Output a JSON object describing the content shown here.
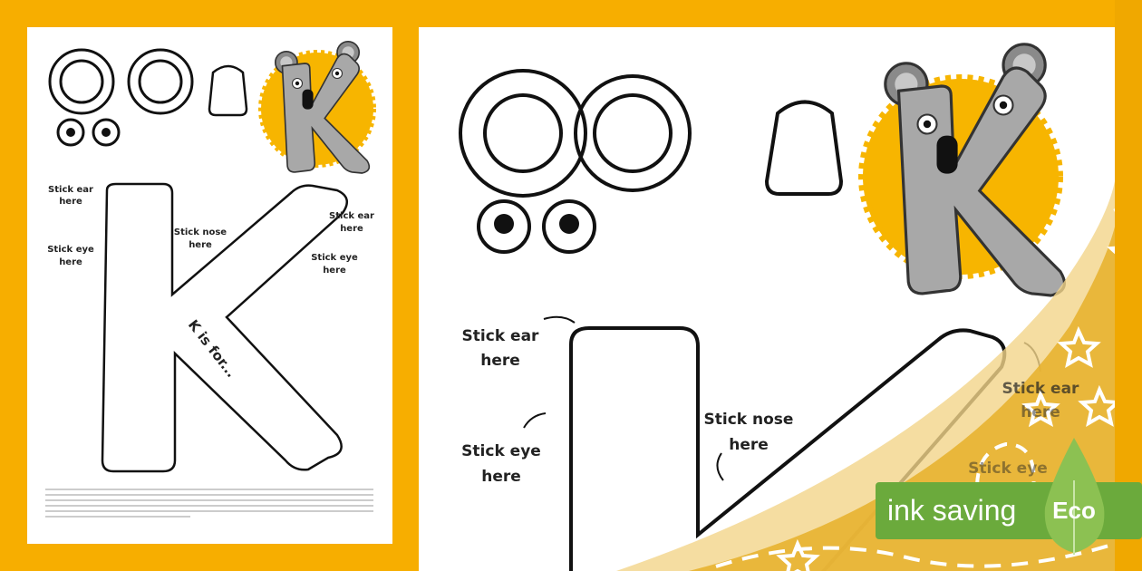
{
  "colors": {
    "background": "#F7AE00",
    "paper": "#ffffff",
    "koala_gray": "#A8A8A8",
    "sunburst": "#F7B500",
    "eco_green": "#6BAA3C",
    "leaf_green": "#8CC152",
    "swoosh": "#E8B230"
  },
  "left_page": {
    "labels": {
      "ear_left": [
        "Stick ear",
        "here"
      ],
      "eye_left": [
        "Stick eye",
        "here"
      ],
      "nose": [
        "Stick nose",
        "here"
      ],
      "ear_right": [
        "Stick ear",
        "here"
      ],
      "eye_right": [
        "Stick eye",
        "here"
      ]
    },
    "k_caption": "K is for..."
  },
  "right_page": {
    "labels": {
      "ear_left": [
        "Stick ear",
        "here"
      ],
      "eye_left": [
        "Stick eye",
        "here"
      ],
      "nose": [
        "Stick nose",
        "here"
      ],
      "ear_right": [
        "Stick ear",
        "here"
      ],
      "eye_right": [
        "Stick eye"
      ]
    }
  },
  "badge": {
    "text": "ink saving",
    "leaf_text": "Eco"
  }
}
